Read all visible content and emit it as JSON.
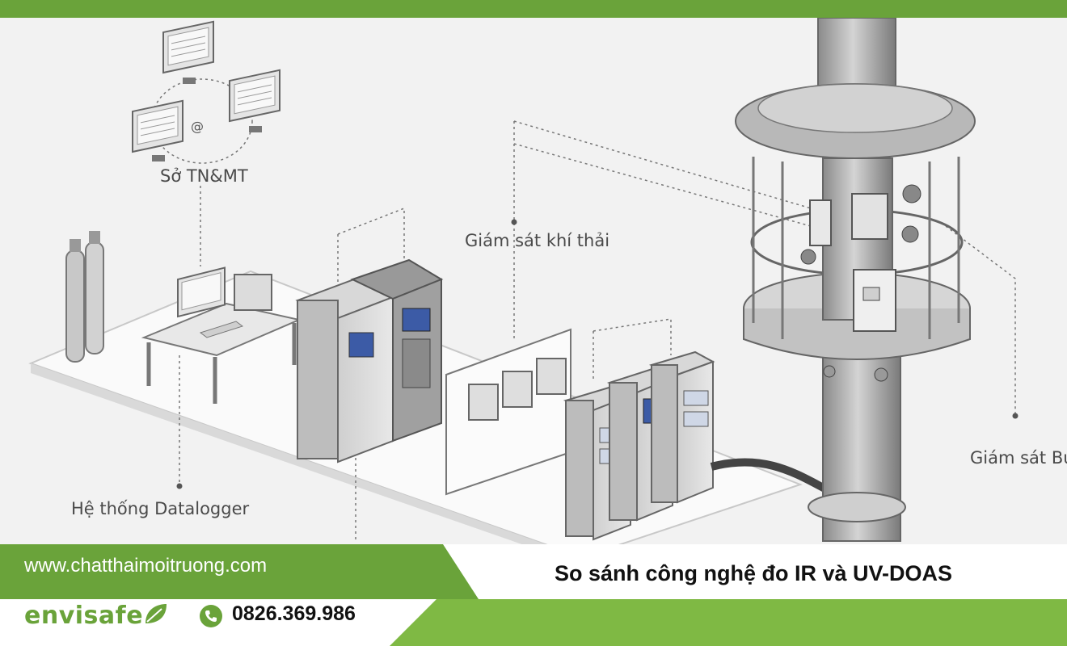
{
  "labels": {
    "agency": "Sở TN&MT",
    "exhaust_monitoring": "Giám sát khí thải",
    "dust_monitoring": "Giám sát Bụ",
    "datalogger": "Hệ thống Datalogger",
    "email_symbol": "@"
  },
  "footer": {
    "website": "www.chatthaimoitruong.com",
    "headline": "So sánh công nghệ đo IR và UV-DOAS",
    "phone": "0826.369.986",
    "logo_text": "envisafe"
  },
  "colors": {
    "brand_green": "#6aa33a",
    "light_green": "#7fb944",
    "background": "#f2f2f2"
  },
  "icons": [
    "phone-icon",
    "leaf-icon",
    "monitor-icon",
    "gas-cylinder-icon"
  ]
}
